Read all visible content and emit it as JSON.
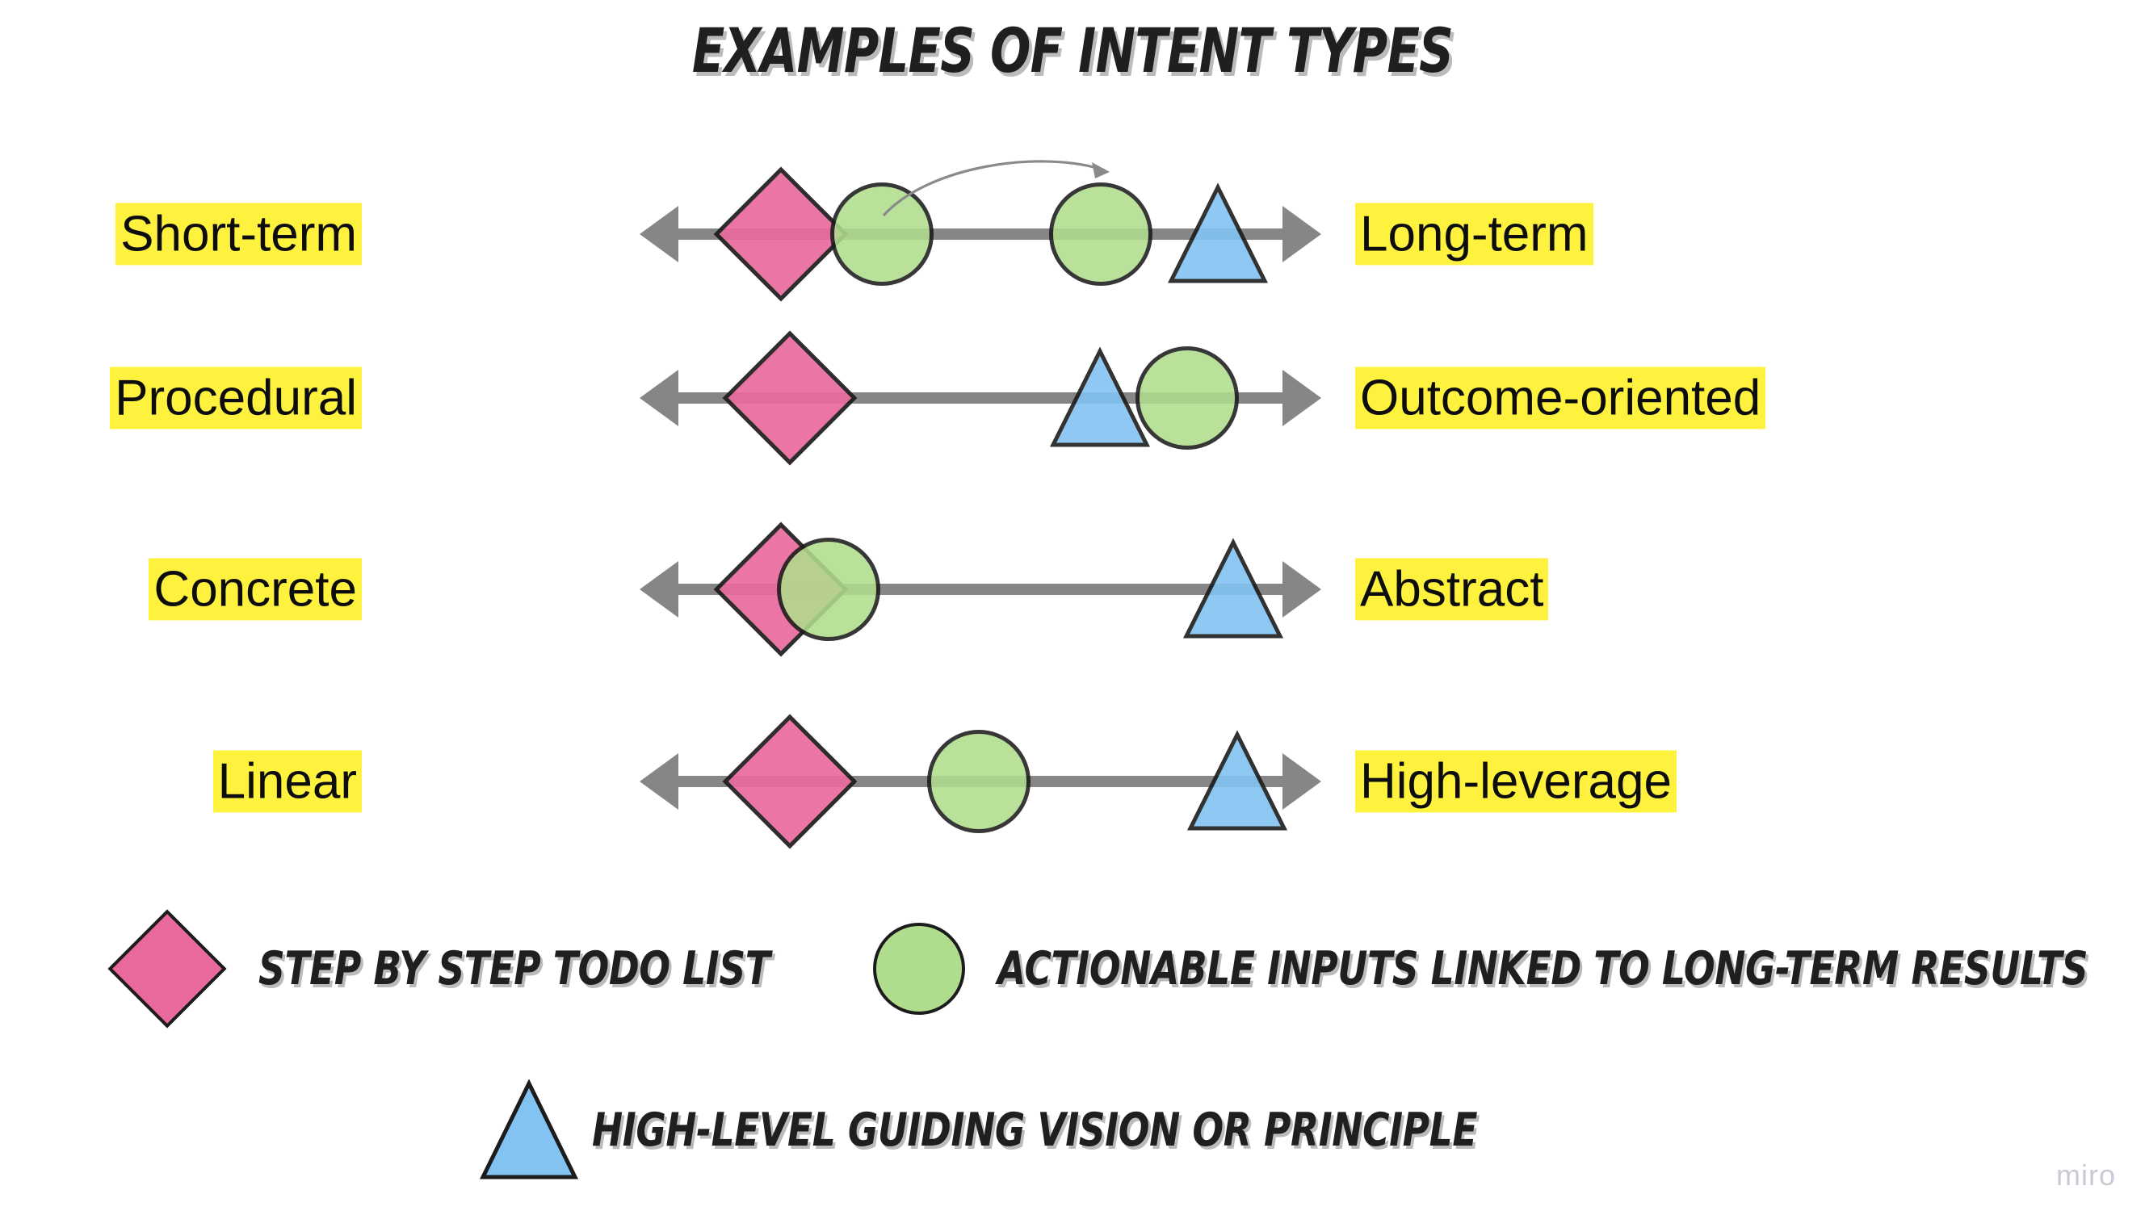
{
  "title": "EXAMPLES OF INTENT TYPES",
  "watermark": "miro",
  "colors": {
    "highlight": "#FFF23F",
    "axis": "#868686",
    "diamond": "#EA6A9D",
    "circle": "#B0DD8D",
    "triangle": "#82C3F2",
    "outline": "#1C1C1C",
    "text": "#0D0D0D",
    "watermark": "#C9CAD6",
    "background": "#FFFFFF"
  },
  "spectrums": [
    {
      "id": "short-long",
      "left_label": "Short-term",
      "right_label": "Long-term",
      "markers": [
        {
          "shape": "diamond",
          "position_pct": 17
        },
        {
          "shape": "circle",
          "position_pct": 29
        },
        {
          "shape": "circle",
          "position_pct": 66
        },
        {
          "shape": "triangle",
          "position_pct": 80
        }
      ],
      "connector": {
        "from_pct": 29,
        "to_pct": 66
      }
    },
    {
      "id": "procedural-outcome",
      "left_label": "Procedural",
      "right_label": "Outcome-oriented",
      "markers": [
        {
          "shape": "diamond",
          "position_pct": 18
        },
        {
          "shape": "triangle",
          "position_pct": 69
        },
        {
          "shape": "circle",
          "position_pct": 79
        }
      ],
      "connector": null
    },
    {
      "id": "concrete-abstract",
      "left_label": "Concrete",
      "right_label": "Abstract",
      "markers": [
        {
          "shape": "diamond",
          "position_pct": 17
        },
        {
          "shape": "circle",
          "position_pct": 24
        },
        {
          "shape": "triangle",
          "position_pct": 83
        }
      ],
      "connector": null
    },
    {
      "id": "linear-highleverage",
      "left_label": "Linear",
      "right_label": "High-leverage",
      "markers": [
        {
          "shape": "diamond",
          "position_pct": 17
        },
        {
          "shape": "circle",
          "position_pct": 45
        },
        {
          "shape": "triangle",
          "position_pct": 84
        }
      ],
      "connector": null
    }
  ],
  "legend": [
    {
      "shape": "diamond",
      "label": "STEP BY STEP TODO LIST"
    },
    {
      "shape": "circle",
      "label": "ACTIONABLE INPUTS LINKED TO LONG-TERM RESULTS"
    },
    {
      "shape": "triangle",
      "label": "HIGH-LEVEL GUIDING VISION OR PRINCIPLE"
    }
  ]
}
